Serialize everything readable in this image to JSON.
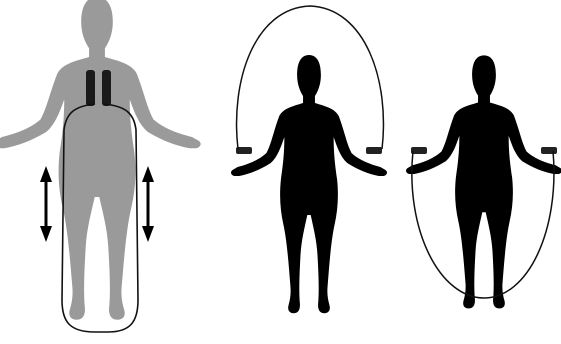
{
  "figures": [
    {
      "id": "measuring",
      "fill": "#9a9a9a",
      "handle_color": "#1a1a1a",
      "rope_color": "#111111",
      "rope_position": "looped-around-body"
    },
    {
      "id": "rope-overhead",
      "fill": "#000000",
      "rope_color": "#111111",
      "rope_position": "overhead"
    },
    {
      "id": "rope-underfoot",
      "fill": "#000000",
      "rope_color": "#111111",
      "rope_position": "under-feet"
    }
  ],
  "arrows": {
    "count": 2,
    "meaning": "adjust-length",
    "color": "#000000"
  },
  "colors": {
    "background": "#ffffff"
  }
}
